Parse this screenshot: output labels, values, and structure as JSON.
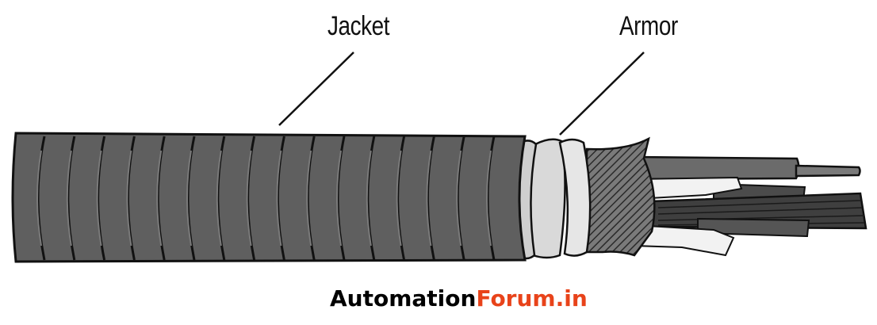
{
  "labels": {
    "jacket": "Jacket",
    "armor": "Armor"
  },
  "brand": {
    "part1": "Automation",
    "part2": "Forum.in"
  },
  "colors": {
    "jacket": "#5f5f5f",
    "armor": "#d9d9d9",
    "shield": "#6a6a6a",
    "conductor_dark": "#555555",
    "outline": "#111111",
    "brand_dark": "#000000",
    "brand_accent": "#e8431a"
  }
}
